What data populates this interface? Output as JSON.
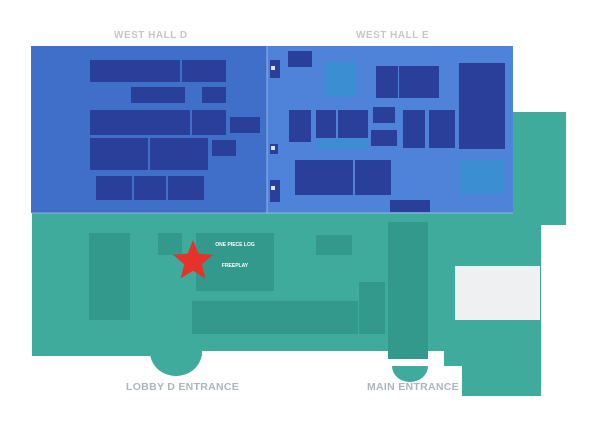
{
  "halls": {
    "west_hall_d": "WEST HALL D",
    "west_hall_e": "WEST HALL E"
  },
  "entrances": {
    "lobby_d": "LOBBY D ENTRANCE",
    "main": "MAIN ENTRANCE"
  },
  "booths": {
    "one_piece_log": "ONE PIECE LOG",
    "freeplay": "FREEPLAY"
  },
  "colors": {
    "west_hall_d": "#3f6fc9",
    "west_hall_e": "#4f82d9",
    "booth_blue": "#2a3f9a",
    "booth_light_blue": "#3c8ed3",
    "lobby_teal": "#3eab9d",
    "booth_teal": "#33998c",
    "lobby_gray": "#eef0f2",
    "marker_star": "#e5332a"
  },
  "marker": {
    "icon": "star-icon",
    "meaning": "current-location"
  }
}
